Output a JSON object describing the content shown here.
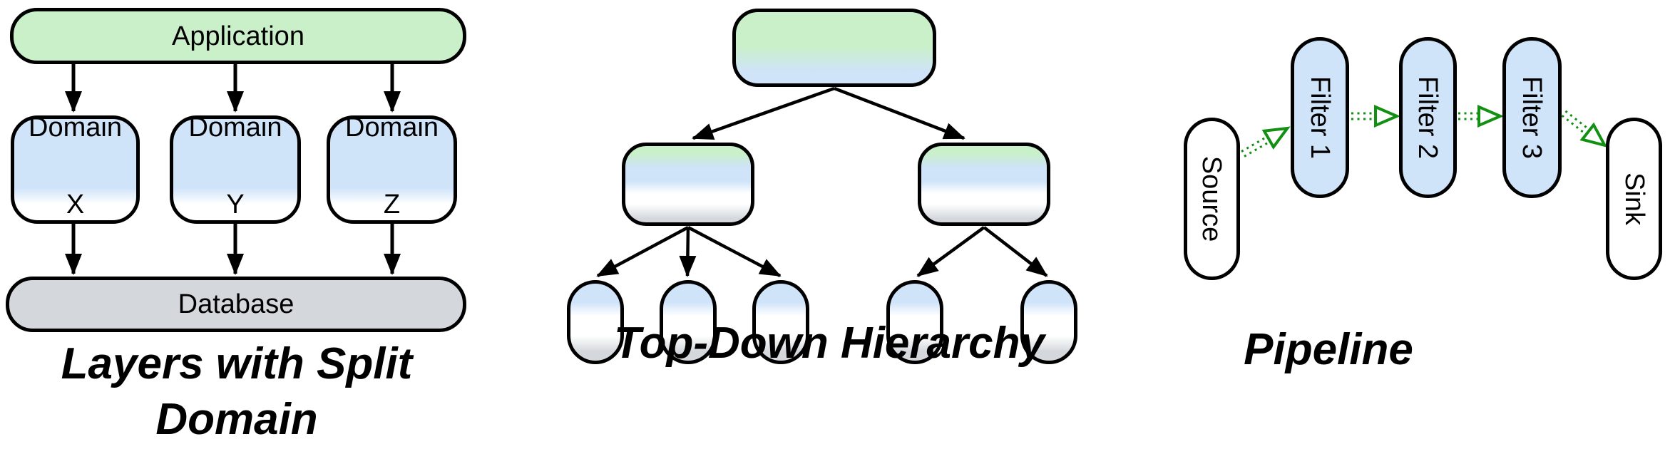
{
  "page": {
    "background": "#ffffff"
  },
  "colors": {
    "green_fill": "#c9f0c9",
    "blue_fill": "#cfe3f9",
    "gray_fill": "#d4d8dd",
    "white_fill": "#ffffff",
    "node_border": "#000000",
    "black_arrow": "#000000",
    "pipeline_arrow_green": "#129012",
    "text": "#000000"
  },
  "layers_diagram": {
    "caption_line1": "Layers with Split",
    "caption_line2": "Domain",
    "application_label": "Application",
    "domains": [
      {
        "line1": "Domain",
        "line2": "X"
      },
      {
        "line1": "Domain",
        "line2": "Y"
      },
      {
        "line1": "Domain",
        "line2": "Z"
      }
    ],
    "database_label": "Database"
  },
  "hierarchy_diagram": {
    "caption": "Top-Down Hierarchy",
    "levels": {
      "root_count": 1,
      "mid_count": 2,
      "leaf_count": 5
    }
  },
  "pipeline_diagram": {
    "caption": "Pipeline",
    "source_label": "Source",
    "filters": [
      "Filter 1",
      "Filter 2",
      "Filter 3"
    ],
    "sink_label": "Sink"
  }
}
